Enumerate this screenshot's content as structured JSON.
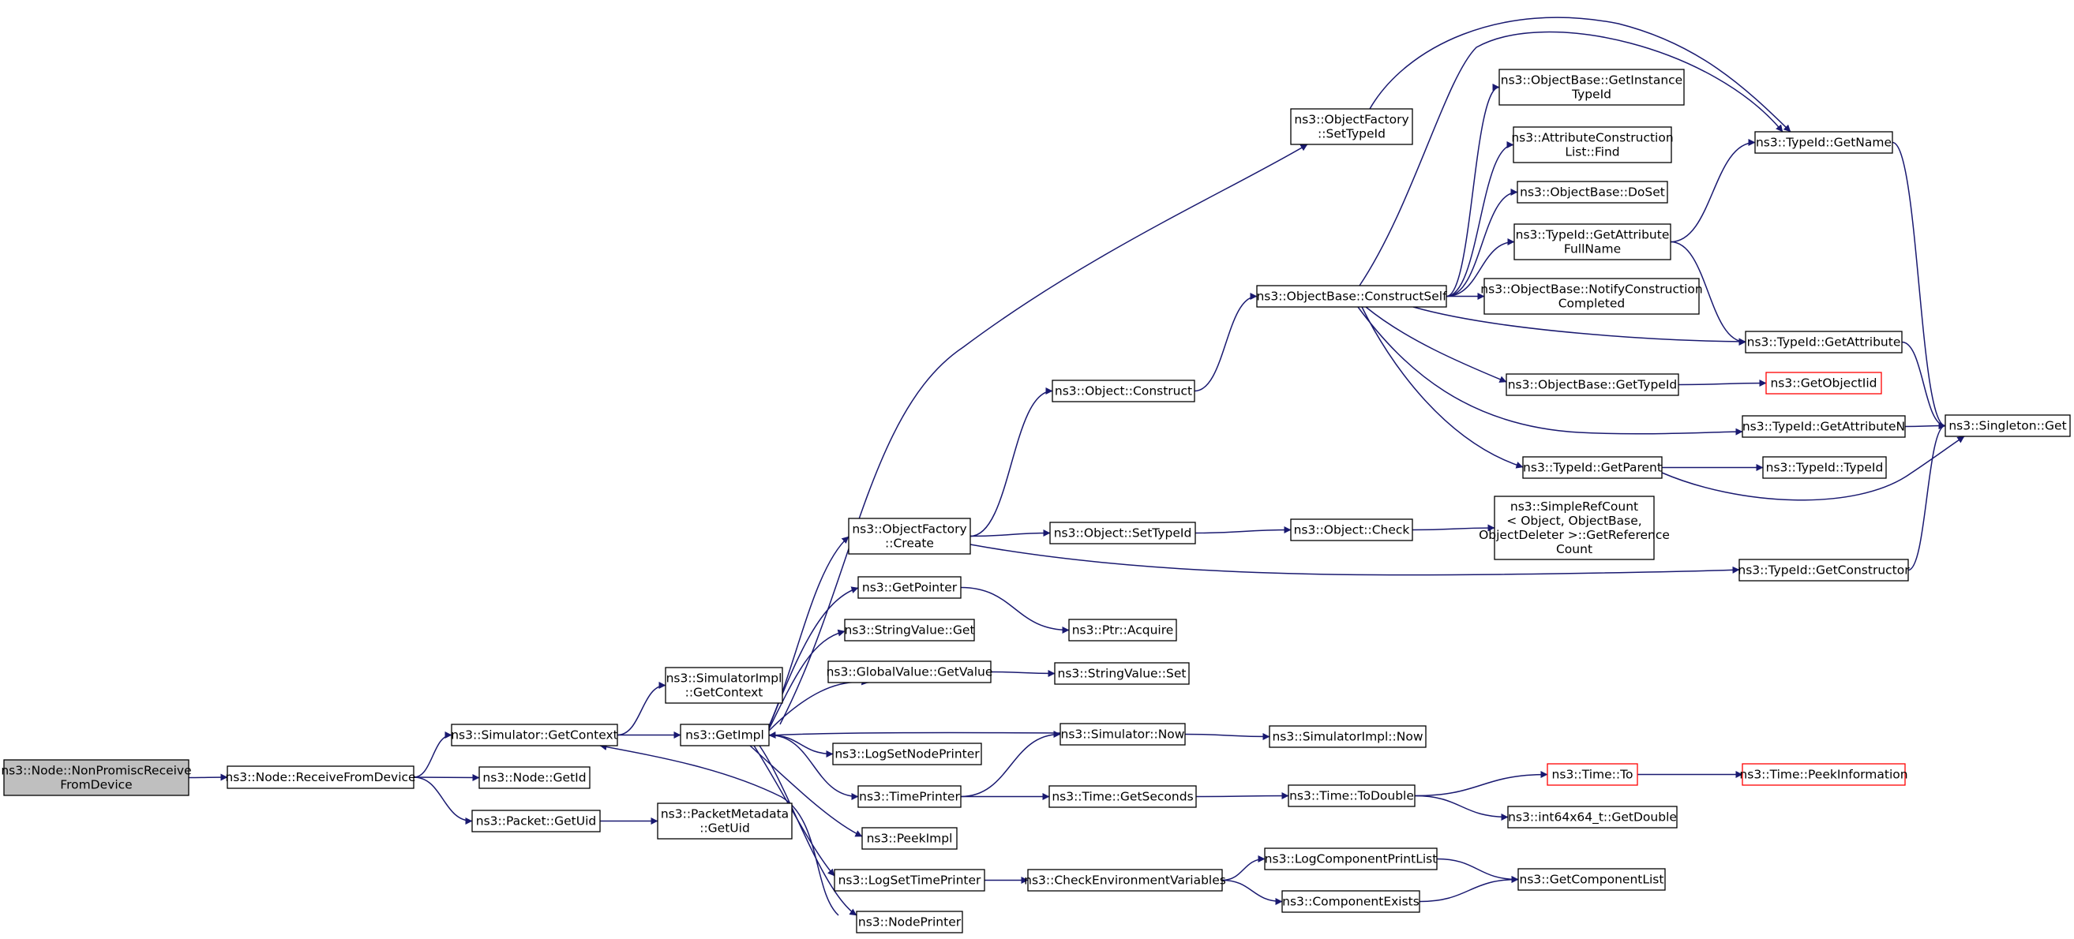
{
  "nodes": [
    {
      "id": "root",
      "lines": [
        "ns3::Node::NonPromiscReceive",
        "FromDevice"
      ],
      "style": "root"
    },
    {
      "id": "rfd",
      "lines": [
        "ns3::Node::ReceiveFromDevice"
      ]
    },
    {
      "id": "simgetctx",
      "lines": [
        "ns3::Simulator::GetContext"
      ]
    },
    {
      "id": "nodegetid",
      "lines": [
        "ns3::Node::GetId"
      ]
    },
    {
      "id": "pktuid",
      "lines": [
        "ns3::Packet::GetUid"
      ]
    },
    {
      "id": "simimplctx",
      "lines": [
        "ns3::SimulatorImpl",
        "::GetContext"
      ]
    },
    {
      "id": "getimpl",
      "lines": [
        "ns3::GetImpl"
      ]
    },
    {
      "id": "pmuid",
      "lines": [
        "ns3::PacketMetadata",
        "::GetUid"
      ]
    },
    {
      "id": "ofcreate",
      "lines": [
        "ns3::ObjectFactory",
        "::Create"
      ]
    },
    {
      "id": "getpointer",
      "lines": [
        "ns3::GetPointer"
      ]
    },
    {
      "id": "strget",
      "lines": [
        "ns3::StringValue::Get"
      ]
    },
    {
      "id": "gvget",
      "lines": [
        "ns3::GlobalValue::GetValue"
      ]
    },
    {
      "id": "logsetnp",
      "lines": [
        "ns3::LogSetNodePrinter"
      ]
    },
    {
      "id": "timeprinter",
      "lines": [
        "ns3::TimePrinter"
      ]
    },
    {
      "id": "peekimpl",
      "lines": [
        "ns3::PeekImpl"
      ]
    },
    {
      "id": "logsettp",
      "lines": [
        "ns3::LogSetTimePrinter"
      ]
    },
    {
      "id": "nodeprinter",
      "lines": [
        "ns3::NodePrinter"
      ]
    },
    {
      "id": "objconstruct",
      "lines": [
        "ns3::Object::Construct"
      ]
    },
    {
      "id": "objsettid",
      "lines": [
        "ns3::Object::SetTypeId"
      ]
    },
    {
      "id": "ptracq",
      "lines": [
        "ns3::Ptr::Acquire"
      ]
    },
    {
      "id": "strset",
      "lines": [
        "ns3::StringValue::Set"
      ]
    },
    {
      "id": "simnow",
      "lines": [
        "ns3::Simulator::Now"
      ]
    },
    {
      "id": "timegetsec",
      "lines": [
        "ns3::Time::GetSeconds"
      ]
    },
    {
      "id": "checkenv",
      "lines": [
        "ns3::CheckEnvironmentVariables"
      ]
    },
    {
      "id": "ofsettid",
      "lines": [
        "ns3::ObjectFactory",
        "::SetTypeId"
      ]
    },
    {
      "id": "obconstructself",
      "lines": [
        "ns3::ObjectBase::ConstructSelf"
      ]
    },
    {
      "id": "objcheck",
      "lines": [
        "ns3::Object::Check"
      ]
    },
    {
      "id": "simimplnow",
      "lines": [
        "ns3::SimulatorImpl::Now"
      ]
    },
    {
      "id": "timetodouble",
      "lines": [
        "ns3::Time::ToDouble"
      ]
    },
    {
      "id": "logcpl",
      "lines": [
        "ns3::LogComponentPrintList"
      ]
    },
    {
      "id": "compexists",
      "lines": [
        "ns3::ComponentExists"
      ]
    },
    {
      "id": "obgetitid",
      "lines": [
        "ns3::ObjectBase::GetInstance",
        "TypeId"
      ]
    },
    {
      "id": "aclfind",
      "lines": [
        "ns3::AttributeConstruction",
        "List::Find"
      ]
    },
    {
      "id": "obdoset",
      "lines": [
        "ns3::ObjectBase::DoSet"
      ]
    },
    {
      "id": "tidgetafn",
      "lines": [
        "ns3::TypeId::GetAttribute",
        "FullName"
      ]
    },
    {
      "id": "obnotify",
      "lines": [
        "ns3::ObjectBase::NotifyConstruction",
        "Completed"
      ]
    },
    {
      "id": "obgettid",
      "lines": [
        "ns3::ObjectBase::GetTypeId"
      ]
    },
    {
      "id": "tidgetparent",
      "lines": [
        "ns3::TypeId::GetParent"
      ]
    },
    {
      "id": "srcgetref",
      "lines": [
        "ns3::SimpleRefCount",
        "< Object, ObjectBase,",
        "ObjectDeleter >::GetReference",
        "Count"
      ]
    },
    {
      "id": "timeto",
      "lines": [
        "ns3::Time::To"
      ],
      "style": "red"
    },
    {
      "id": "i64getdouble",
      "lines": [
        "ns3::int64x64_t::GetDouble"
      ]
    },
    {
      "id": "getcomplist",
      "lines": [
        "ns3::GetComponentList"
      ]
    },
    {
      "id": "tidgetname",
      "lines": [
        "ns3::TypeId::GetName"
      ]
    },
    {
      "id": "tidgetattr",
      "lines": [
        "ns3::TypeId::GetAttribute"
      ]
    },
    {
      "id": "getobjiid",
      "lines": [
        "ns3::GetObjectIid"
      ],
      "style": "red"
    },
    {
      "id": "tidgetattrn",
      "lines": [
        "ns3::TypeId::GetAttributeN"
      ]
    },
    {
      "id": "tidtypeid",
      "lines": [
        "ns3::TypeId::TypeId"
      ]
    },
    {
      "id": "tidgetctor",
      "lines": [
        "ns3::TypeId::GetConstructor"
      ]
    },
    {
      "id": "timepeek",
      "lines": [
        "ns3::Time::PeekInformation"
      ],
      "style": "red"
    },
    {
      "id": "singletonget",
      "lines": [
        "ns3::Singleton::Get"
      ]
    }
  ],
  "edges": [
    [
      "root",
      "rfd"
    ],
    [
      "rfd",
      "simgetctx"
    ],
    [
      "rfd",
      "nodegetid"
    ],
    [
      "rfd",
      "pktuid"
    ],
    [
      "simgetctx",
      "simimplctx"
    ],
    [
      "simgetctx",
      "getimpl"
    ],
    [
      "pktuid",
      "pmuid"
    ],
    [
      "getimpl",
      "ofcreate"
    ],
    [
      "getimpl",
      "getpointer"
    ],
    [
      "getimpl",
      "strget"
    ],
    [
      "getimpl",
      "gvget"
    ],
    [
      "getimpl",
      "logsetnp"
    ],
    [
      "getimpl",
      "timeprinter"
    ],
    [
      "getimpl",
      "peekimpl"
    ],
    [
      "getimpl",
      "logsettp"
    ],
    [
      "getimpl",
      "nodeprinter"
    ],
    [
      "getimpl",
      "ofsettid"
    ],
    [
      "nodeprinter",
      "simgetctx"
    ],
    [
      "simnow",
      "getimpl"
    ],
    [
      "ofcreate",
      "objconstruct"
    ],
    [
      "ofcreate",
      "objsettid"
    ],
    [
      "ofcreate",
      "tidgetctor"
    ],
    [
      "getpointer",
      "ptracq"
    ],
    [
      "gvget",
      "strset"
    ],
    [
      "timeprinter",
      "simnow"
    ],
    [
      "timeprinter",
      "timegetsec"
    ],
    [
      "logsettp",
      "checkenv"
    ],
    [
      "simnow",
      "simimplnow"
    ],
    [
      "timegetsec",
      "timetodouble"
    ],
    [
      "checkenv",
      "logcpl"
    ],
    [
      "checkenv",
      "compexists"
    ],
    [
      "objconstruct",
      "obconstructself"
    ],
    [
      "objsettid",
      "objcheck"
    ],
    [
      "objcheck",
      "srcgetref"
    ],
    [
      "ofsettid",
      "tidgetname"
    ],
    [
      "obconstructself",
      "obgetitid"
    ],
    [
      "obconstructself",
      "aclfind"
    ],
    [
      "obconstructself",
      "obdoset"
    ],
    [
      "obconstructself",
      "tidgetafn"
    ],
    [
      "obconstructself",
      "obnotify"
    ],
    [
      "obconstructself",
      "obgettid"
    ],
    [
      "obconstructself",
      "tidgetparent"
    ],
    [
      "obconstructself",
      "tidgetname"
    ],
    [
      "obconstructself",
      "tidgetattr"
    ],
    [
      "obconstructself",
      "tidgetattrn"
    ],
    [
      "timetodouble",
      "timeto"
    ],
    [
      "timetodouble",
      "i64getdouble"
    ],
    [
      "timeto",
      "timepeek"
    ],
    [
      "logcpl",
      "getcomplist"
    ],
    [
      "compexists",
      "getcomplist"
    ],
    [
      "tidgetafn",
      "tidgetname"
    ],
    [
      "tidgetafn",
      "tidgetattr"
    ],
    [
      "obgettid",
      "getobjiid"
    ],
    [
      "tidgetparent",
      "tidtypeid"
    ],
    [
      "tidgetparent",
      "singletonget"
    ],
    [
      "tidgetname",
      "singletonget"
    ],
    [
      "tidgetattr",
      "singletonget"
    ],
    [
      "tidgetattrn",
      "singletonget"
    ],
    [
      "tidgetctor",
      "singletonget"
    ]
  ]
}
